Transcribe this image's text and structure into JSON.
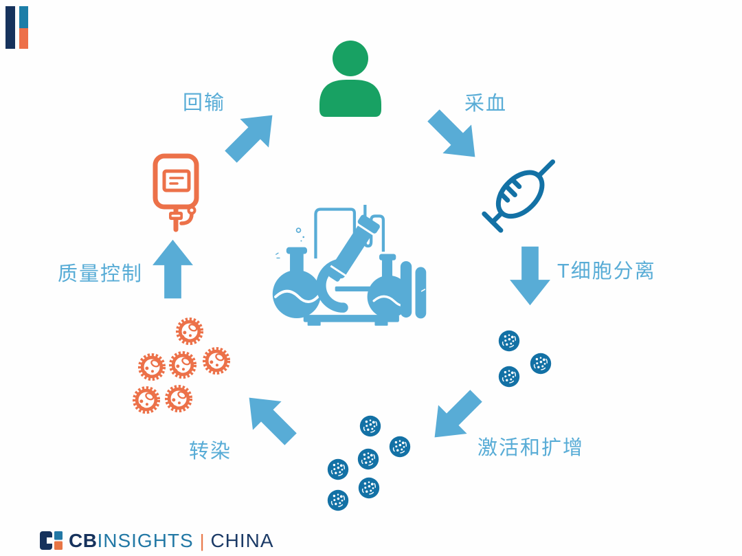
{
  "diagram": {
    "type": "process-cycle",
    "topic": "CAR-T cell therapy manufacturing cycle",
    "steps": [
      {
        "label": "采血",
        "icon": "syringe-icon",
        "arrow": "arrow-down-right"
      },
      {
        "label": "T细胞分离",
        "icon": "t-cells-icon",
        "arrow": "arrow-down"
      },
      {
        "label": "激活和扩增",
        "icon": "expanded-cells-icon",
        "arrow": "arrow-down-left"
      },
      {
        "label": "转染",
        "icon": "transfected-cells-icon",
        "arrow": "arrow-up-left"
      },
      {
        "label": "质量控制",
        "icon": "iv-bag-icon",
        "arrow": "arrow-up"
      },
      {
        "label": "回输",
        "icon": "patient-icon",
        "arrow": "arrow-up-right"
      }
    ],
    "center_icon": "laboratory-equipment-icon"
  },
  "footer": {
    "brand_primary": "CB",
    "brand_secondary": "INSIGHTS",
    "divider": "|",
    "region": "CHINA"
  },
  "colors": {
    "light_blue": "#58ACD6",
    "dark_blue": "#1371A5",
    "green": "#18A163",
    "orange": "#EC7149",
    "navy": "#16325C",
    "teal": "#2278A5"
  }
}
